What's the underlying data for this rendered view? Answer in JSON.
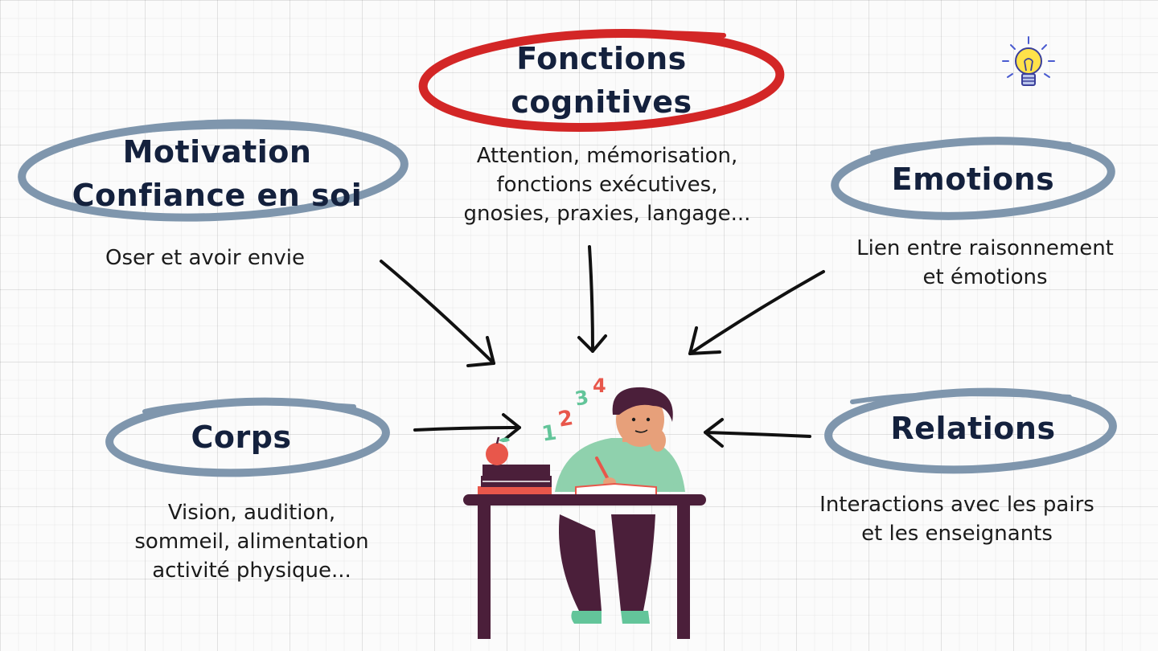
{
  "colors": {
    "ellipse_blue": "#7f96ad",
    "ellipse_red": "#d32626",
    "title_navy": "#14213d",
    "arrow": "#111111"
  },
  "nodes": {
    "cognitive": {
      "title_line1": "Fonctions",
      "title_line2": "cognitives",
      "description": "Attention, mémorisation,\nfonctions exécutives,\ngnosies, praxies, langage..."
    },
    "motivation": {
      "title_line1": "Motivation",
      "title_line2": "Confiance en soi",
      "description": "Oser et avoir envie"
    },
    "emotions": {
      "title": "Emotions",
      "description": "Lien entre raisonnement\net émotions"
    },
    "body": {
      "title": "Corps",
      "description": "Vision, audition,\nsommeil, alimentation\nactivité physique..."
    },
    "relations": {
      "title": "Relations",
      "description": "Interactions avec les pairs\net les enseignants"
    }
  },
  "illustration": {
    "numbers": [
      "1",
      "2",
      "3",
      "4"
    ],
    "icon": "lightbulb-icon"
  }
}
